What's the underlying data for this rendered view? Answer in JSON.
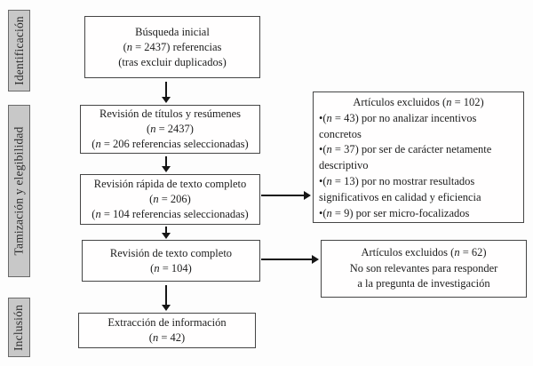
{
  "sidebar": {
    "stages": [
      {
        "label": "Identificación"
      },
      {
        "label": "Tamización y elegibilidad"
      },
      {
        "label": "Inclusión"
      }
    ]
  },
  "flow": {
    "boxes": [
      {
        "name": "busqueda-inicial",
        "lines": [
          "Búsqueda inicial",
          "(n = 2437) referencias",
          "(tras excluir duplicados)"
        ]
      },
      {
        "name": "revision-titulos-resumenes",
        "lines": [
          "Revisión de títulos y resúmenes",
          "(n = 2437)",
          "(n = 206 referencias seleccionadas)"
        ]
      },
      {
        "name": "revision-rapida-texto-completo",
        "lines": [
          "Revisión rápida de texto completo",
          "(n = 206)",
          "(n = 104 referencias seleccionadas)"
        ]
      },
      {
        "name": "revision-texto-completo",
        "lines": [
          "Revisión de texto completo",
          "(n = 104)"
        ]
      },
      {
        "name": "extraccion-informacion",
        "lines": [
          "Extracción de información",
          "(n = 42)"
        ]
      }
    ]
  },
  "exclusions": {
    "box1": {
      "title": "Artículos excluidos (n = 102)",
      "bullets": [
        "•(n = 43) por no analizar incentivos concretos",
        "•(n = 37) por ser de carácter netamente descriptivo",
        "•(n = 13) por no mostrar resultados significativos en calidad y eficiencia",
        "•(n = 9) por ser micro-focalizados"
      ]
    },
    "box2": {
      "lines": [
        "Artículos excluidos (n = 62)",
        "No son relevantes para responder",
        "a la pregunta de investigación"
      ]
    }
  },
  "colors": {
    "background": "#fdfdfd",
    "box_border": "#454545",
    "sidebar_fill": "#c8c8c8",
    "sidebar_border": "#6a6a6a",
    "arrow": "#161616",
    "text": "#1d1d1d"
  }
}
